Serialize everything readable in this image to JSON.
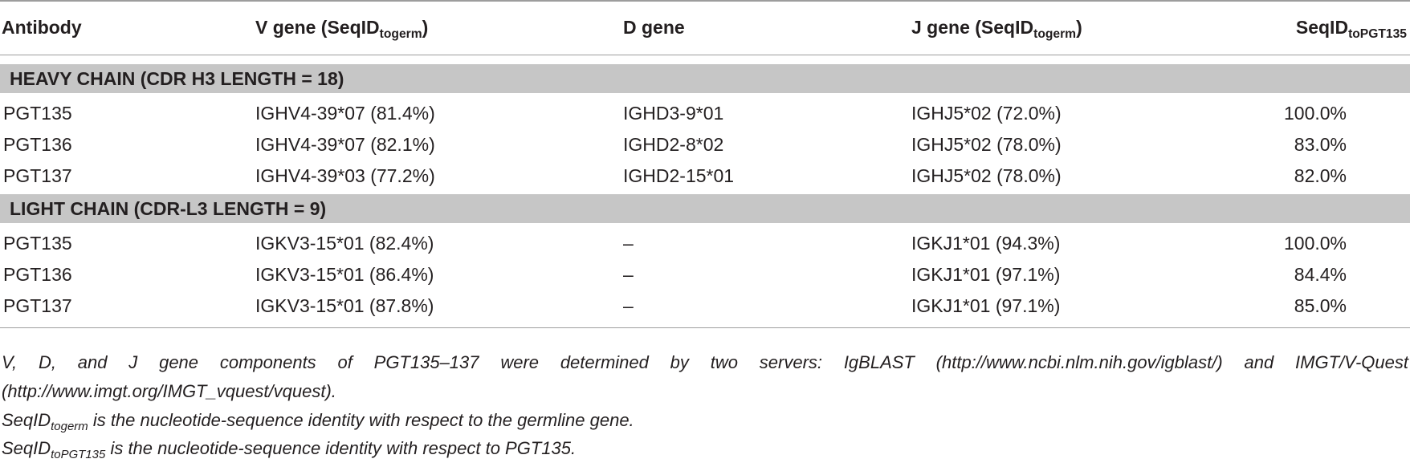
{
  "table": {
    "headers": {
      "antibody": "Antibody",
      "v_gene": "V gene (SeqID",
      "v_gene_sub": "togerm",
      "v_gene_close": ")",
      "d_gene": "D gene",
      "j_gene": "J gene (SeqID",
      "j_gene_sub": "togerm",
      "j_gene_close": ")",
      "seqid": "SeqID",
      "seqid_sub": "toPGT135"
    },
    "sections": [
      {
        "title": "HEAVY CHAIN (CDR H3 LENGTH = 18)",
        "rows": [
          {
            "antibody": "PGT135",
            "v_gene": "IGHV4-39*07 (81.4%)",
            "d_gene": "IGHD3-9*01",
            "j_gene": "IGHJ5*02 (72.0%)",
            "seqid": "100.0%"
          },
          {
            "antibody": "PGT136",
            "v_gene": "IGHV4-39*07 (82.1%)",
            "d_gene": "IGHD2-8*02",
            "j_gene": "IGHJ5*02 (78.0%)",
            "seqid": "83.0%"
          },
          {
            "antibody": "PGT137",
            "v_gene": "IGHV4-39*03 (77.2%)",
            "d_gene": "IGHD2-15*01",
            "j_gene": "IGHJ5*02 (78.0%)",
            "seqid": "82.0%"
          }
        ]
      },
      {
        "title": "LIGHT CHAIN (CDR-L3 LENGTH = 9)",
        "rows": [
          {
            "antibody": "PGT135",
            "v_gene": "IGKV3-15*01 (82.4%)",
            "d_gene": "–",
            "j_gene": "IGKJ1*01 (94.3%)",
            "seqid": "100.0%"
          },
          {
            "antibody": "PGT136",
            "v_gene": "IGKV3-15*01 (86.4%)",
            "d_gene": "–",
            "j_gene": "IGKJ1*01 (97.1%)",
            "seqid": "84.4%"
          },
          {
            "antibody": "PGT137",
            "v_gene": "IGKV3-15*01 (87.8%)",
            "d_gene": "–",
            "j_gene": "IGKJ1*01 (97.1%)",
            "seqid": "85.0%"
          }
        ]
      }
    ]
  },
  "footnotes": {
    "line1": "V, D, and J gene components of PGT135–137 were determined by two servers: IgBLAST (http://www.ncbi.nlm.nih.gov/igblast/) and IMGT/V-Quest",
    "line2": "(http://www.imgt.org/IMGT_vquest/vquest).",
    "line3_main": "SeqID",
    "line3_sub": "togerm",
    "line3_rest": " is the nucleotide-sequence identity with respect to the germline gene.",
    "line4_main": "SeqID",
    "line4_sub": "toPGT135",
    "line4_rest": " is the nucleotide-sequence identity with respect to PGT135."
  }
}
